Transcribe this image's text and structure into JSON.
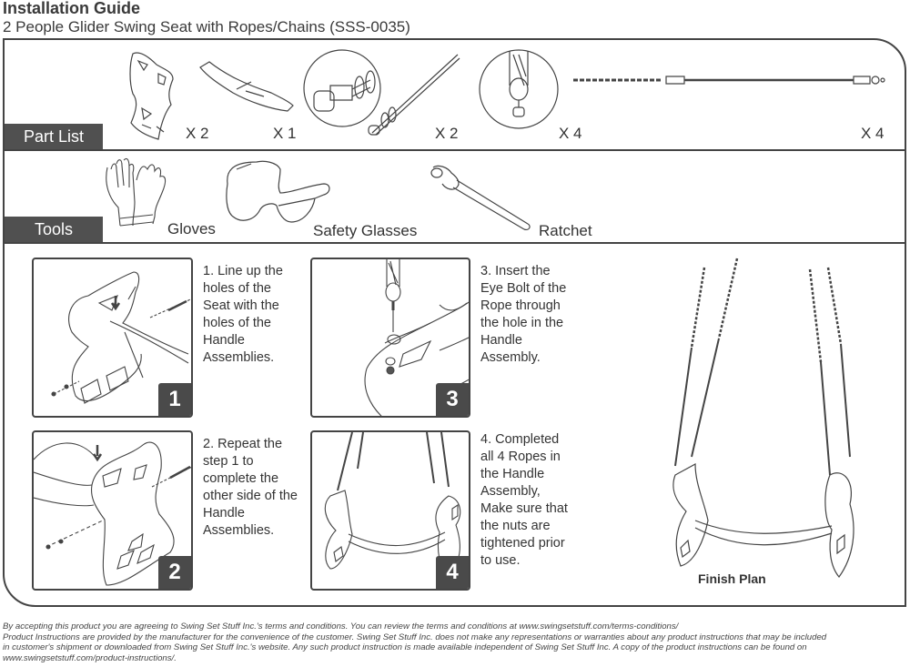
{
  "header": {
    "title": "Installation Guide",
    "subtitle": "2 People Glider Swing Seat with Ropes/Chains (SSS-0035)"
  },
  "part_list": {
    "label": "Part List",
    "parts": [
      {
        "name": "handle-assembly",
        "qty": "X 2"
      },
      {
        "name": "seat",
        "qty": "X 1"
      },
      {
        "name": "bolt-and-nut-set",
        "qty": "X 2"
      },
      {
        "name": "eye-bolt-nut",
        "qty": "X 4"
      },
      {
        "name": "rope-with-chain",
        "qty": "X 4"
      }
    ]
  },
  "tools": {
    "label": "Tools",
    "items": [
      {
        "name": "gloves",
        "label": "Gloves"
      },
      {
        "name": "safety-glasses",
        "label": "Safety Glasses"
      },
      {
        "name": "ratchet",
        "label": "Ratchet"
      }
    ]
  },
  "steps": [
    {
      "number": "1",
      "text": "1. Line up the\nholes of the\nSeat with the\nholes of the\nHandle\nAssemblies."
    },
    {
      "number": "2",
      "text": "2. Repeat the\nstep 1 to\ncomplete the\nother side of the\nHandle\nAssemblies."
    },
    {
      "number": "3",
      "text": "3. Insert the\nEye Bolt of the\nRope through\nthe hole in the\nHandle\nAssembly."
    },
    {
      "number": "4",
      "text": "4. Completed\nall 4 Ropes in\nthe Handle\nAssembly,\nMake sure that\nthe nuts are\ntightened prior\nto use."
    }
  ],
  "finish_plan": {
    "label": "Finish Plan"
  },
  "footer": {
    "lines": [
      "By accepting this product you are agreeing to Swing Set Stuff Inc.'s terms and conditions. You can review the terms and conditions at www.swingsetstuff.com/terms-conditions/",
      "Product Instructions are provided by the manufacturer for the convenience of the customer. Swing Set Stuff Inc. does not make any representations or warranties about any product instructions that may be included",
      "in customer's shipment or downloaded from Swing Set Stuff Inc.'s website. Any such product instruction is made available independent of Swing Set Stuff Inc.  A copy of the product instructions can be found on",
      "www.swingsetstuff.com/product-instructions/."
    ]
  }
}
